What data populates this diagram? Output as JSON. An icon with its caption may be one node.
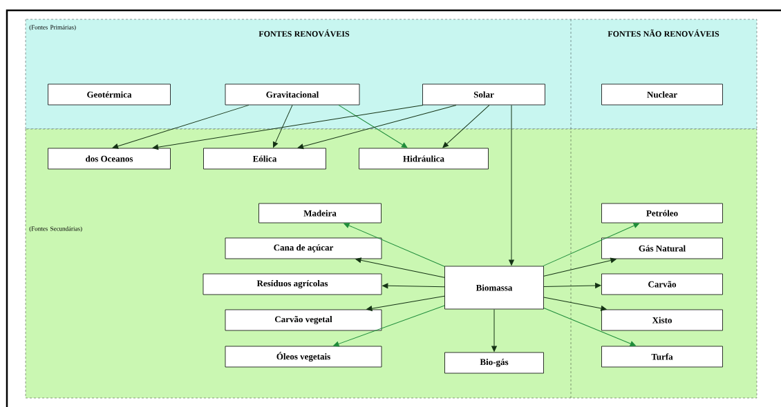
{
  "diagram": {
    "nodes": [
      {
        "text": [
          "Geotérmica"
        ]
      },
      {
        "text": [
          "Gravitacional"
        ]
      },
      {
        "text": [
          "Solar"
        ]
      },
      {
        "text": [
          "Nuclear"
        ]
      },
      {
        "text": [
          "dos Oceanos"
        ]
      },
      {
        "text": [
          "Eólica"
        ]
      },
      {
        "text": [
          "Hidráulica"
        ]
      },
      {
        "text": [
          "Madeira"
        ]
      },
      {
        "text": [
          "Cana de açúcar"
        ]
      },
      {
        "text": [
          "Resíduos agrícolas"
        ]
      },
      {
        "text": [
          "Carvão vegetal"
        ]
      },
      {
        "text": [
          "Óleos vegetais"
        ]
      },
      {
        "text": [
          "Biomassa"
        ]
      },
      {
        "text": [
          "Bio-gás"
        ]
      },
      {
        "text": [
          "Petróleo"
        ]
      },
      {
        "text": [
          "Gás Natural"
        ]
      },
      {
        "text": [
          "Carvão"
        ]
      },
      {
        "text": [
          "Xisto"
        ]
      },
      {
        "text": [
          "Turfa"
        ]
      }
    ],
    "edges": [
      {
        "from": 1,
        "to": 4,
        "arrow": "to"
      },
      {
        "from": 1,
        "to": 5,
        "arrow": "to"
      },
      {
        "from": 1,
        "to": 6,
        "arrow": "to",
        "color": "#1e8c3a"
      },
      {
        "from": 2,
        "to": 4,
        "arrow": "to"
      },
      {
        "from": 2,
        "to": 5,
        "arrow": "to"
      },
      {
        "from": 2,
        "to": 6,
        "arrow": "to"
      },
      {
        "from": 2,
        "to": 12,
        "arrow": "to"
      },
      {
        "from": 12,
        "to": 7,
        "arrow": "to",
        "color": "#1e8c3a"
      },
      {
        "from": 12,
        "to": 8,
        "arrow": "to"
      },
      {
        "from": 12,
        "to": 9,
        "arrow": "to"
      },
      {
        "from": 12,
        "to": 10,
        "arrow": "to"
      },
      {
        "from": 12,
        "to": 11,
        "arrow": "to",
        "color": "#1e8c3a"
      },
      {
        "from": 12,
        "to": 13,
        "arrow": "to"
      },
      {
        "from": 12,
        "to": 14,
        "arrow": "to",
        "color": "#1e8c3a"
      },
      {
        "from": 12,
        "to": 15,
        "arrow": "to"
      },
      {
        "from": 12,
        "to": 16,
        "arrow": "to"
      },
      {
        "from": 12,
        "to": 17,
        "arrow": "to"
      },
      {
        "from": 12,
        "to": 18,
        "arrow": "to",
        "color": "#1e8c3a"
      }
    ],
    "labels": [
      "(Fontes Primárias)",
      "FONTES RENOVÁVEIS",
      "FONTES NÃO RENOVÁVEIS",
      "(Fontes Secundárias)"
    ]
  }
}
